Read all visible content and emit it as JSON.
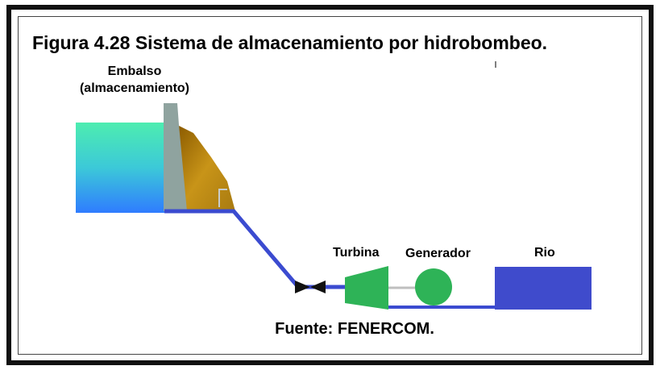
{
  "title": "Figura 4.28 Sistema de almacenamiento por hidrobombeo.",
  "labels": {
    "reservoir_line1": "Embalso",
    "reservoir_line2": "(almacenamiento)",
    "turbine": "Turbina",
    "generator": "Generador",
    "river": "Rio"
  },
  "source": "Fuente: FENERCOM.",
  "colors": {
    "pipe": "#3b4bd0",
    "dam": "#8fa3a0",
    "earth": "#b8860b",
    "turbine": "#2eb357",
    "generator": "#2eb357",
    "river": "#3f4bcc",
    "reservoir_top": "#4de8a0",
    "reservoir_bottom": "#2f8cff"
  }
}
